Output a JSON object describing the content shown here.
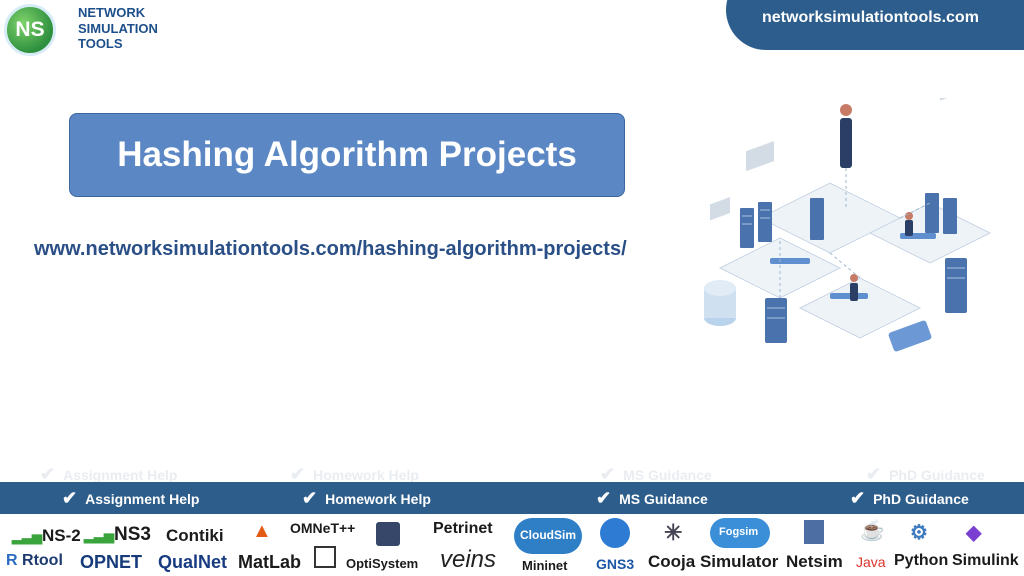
{
  "logo": {
    "initials": "NS",
    "line1": "NETWORK",
    "line2": "SIMULATION",
    "line3": "TOOLS"
  },
  "top_url": "networksimulationtools.com",
  "title": "Hashing Algorithm Projects",
  "page_url": "www.networksimulationtools.com/hashing-algorithm-projects/",
  "services": [
    {
      "label": "Assignment Help"
    },
    {
      "label": "Homework Help"
    },
    {
      "label": "MS  Guidance"
    },
    {
      "label": "PhD  Guidance"
    }
  ],
  "tools": {
    "ns2": "NS-2",
    "ns3": "NS3",
    "contiki": "Contiki",
    "omnet": "OMNeT++",
    "petrinet": "Petrinet",
    "rtool": "Rtool",
    "opnet": "OPNET",
    "qualnet": "QualNet",
    "matlab": "MatLab",
    "optisystem": "OptiSystem",
    "veins": "veins",
    "cloudsim": "CloudSim",
    "mininet": "Mininet",
    "gns3": "GNS3",
    "cooja": "Cooja Simulator",
    "fogsim": "Fogsim",
    "netsim": "Netsim",
    "java": "Java",
    "python": "Python",
    "simulink": "Simulink"
  },
  "colors": {
    "bar": "#2d5d8b",
    "title_box": "#5b87c4",
    "url_text": "#2a4f86"
  }
}
